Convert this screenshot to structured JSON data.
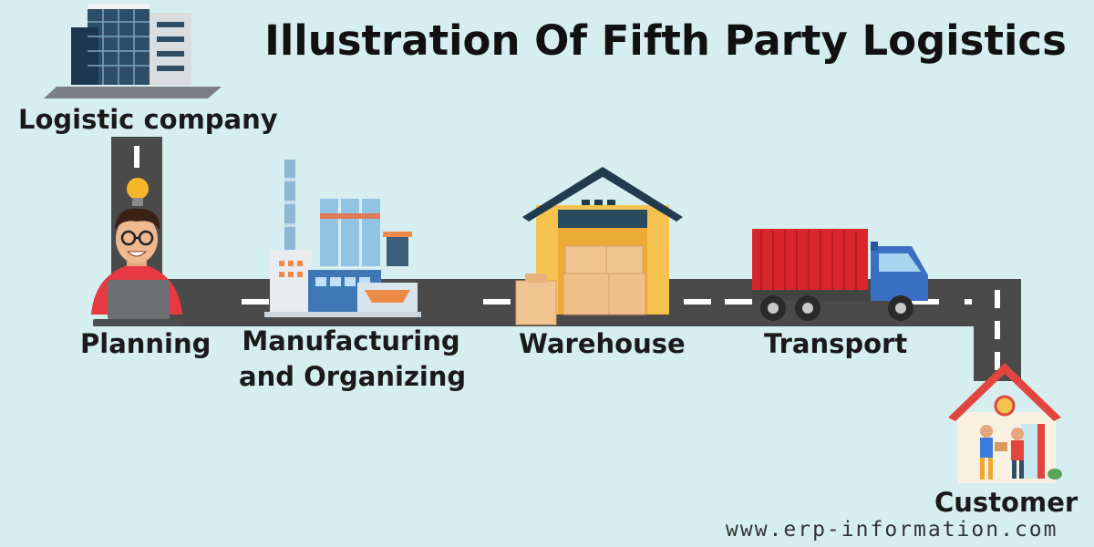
{
  "title": "Illustration Of Fifth Party Logistics",
  "stages": {
    "company": "Logistic company",
    "planning": "Planning",
    "manufacturing_line1": "Manufacturing",
    "manufacturing_line2": "and Organizing",
    "warehouse": "Warehouse",
    "transport": "Transport",
    "customer": "Customer"
  },
  "website": "www.erp-information.com",
  "icons": [
    "office-building-icon",
    "planner-person-icon",
    "lightbulb-icon",
    "factory-icon",
    "warehouse-icon",
    "delivery-truck-icon",
    "customer-house-icon"
  ],
  "colors": {
    "background": "#d7eef0",
    "road": "#4a4a4a",
    "road_marking": "#ffffff",
    "truck_cargo": "#d9262b",
    "truck_cab": "#3b6fc4",
    "warehouse_roof": "#1f3b4d",
    "warehouse_wall": "#f6c24f",
    "house_roof": "#e0463d",
    "box": "#f1c491"
  }
}
